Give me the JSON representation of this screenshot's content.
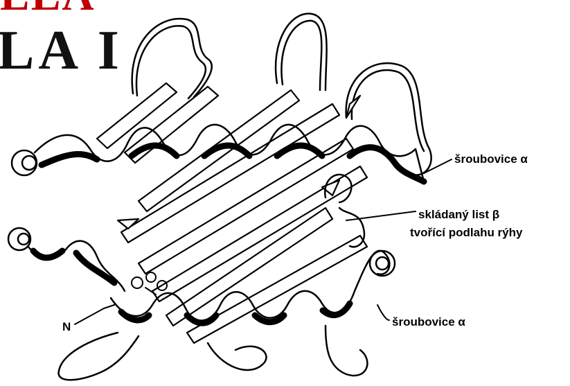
{
  "title": {
    "line1": "ELA",
    "line2": "LA I"
  },
  "labels": {
    "helix_top": "šroubovice α",
    "sheet_line1": "skládaný list β",
    "sheet_line2": "tvořící podlahu rýhy",
    "helix_bottom": "šroubovice α",
    "n_terminus": "N"
  },
  "colors": {
    "title_red": "#c00000",
    "title_dark": "#111111",
    "ink": "#000000"
  }
}
